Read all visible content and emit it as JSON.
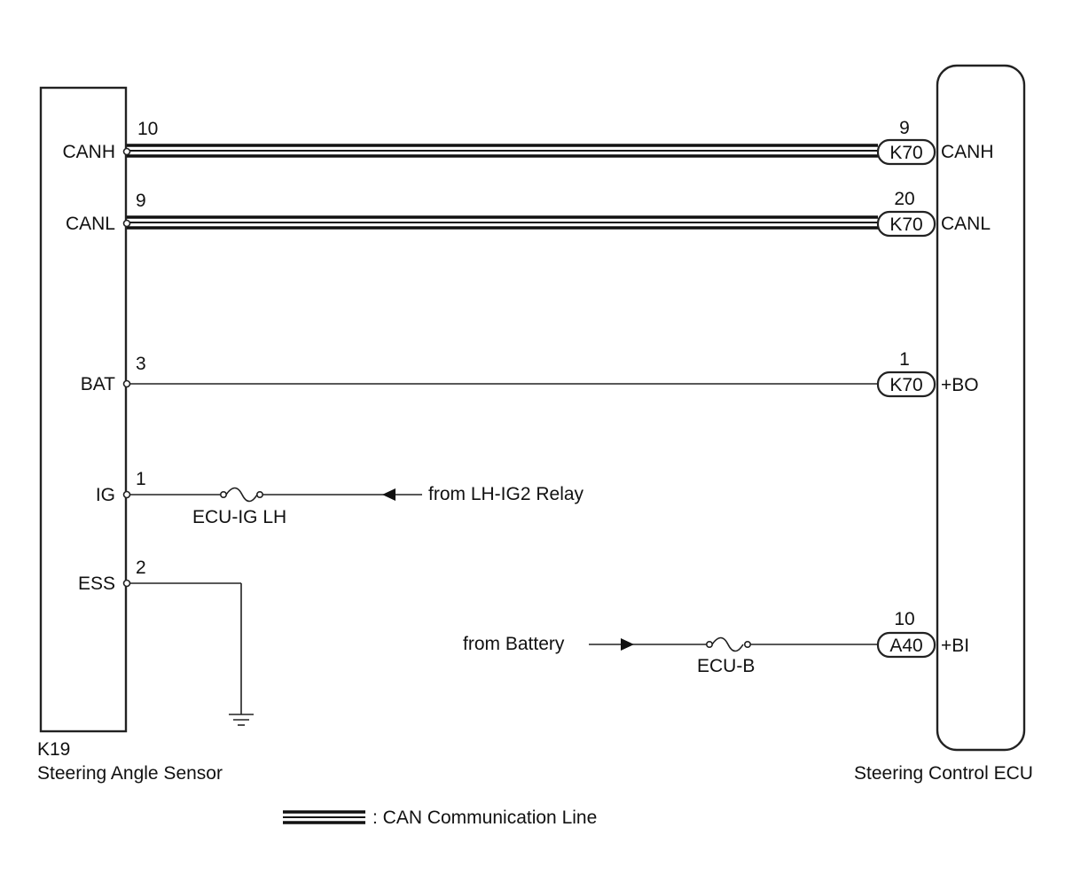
{
  "sensor": {
    "code": "K19",
    "name": "Steering Angle Sensor",
    "pins": {
      "canh": {
        "name": "CANH",
        "num": "10"
      },
      "canl": {
        "name": "CANL",
        "num": "9"
      },
      "bat": {
        "name": "BAT",
        "num": "3"
      },
      "ig": {
        "name": "IG",
        "num": "1"
      },
      "ess": {
        "name": "ESS",
        "num": "2"
      }
    }
  },
  "ecu": {
    "name": "Steering Control ECU",
    "pins": {
      "canh": {
        "name": "CANH",
        "num": "9",
        "connector": "K70"
      },
      "canl": {
        "name": "CANL",
        "num": "20",
        "connector": "K70"
      },
      "bo": {
        "name": "+BO",
        "num": "1",
        "connector": "K70"
      },
      "bi": {
        "name": "+BI",
        "num": "10",
        "connector": "A40"
      }
    }
  },
  "fuses": {
    "ig": "ECU-IG LH",
    "battery": "ECU-B"
  },
  "sources": {
    "ig": "from LH-IG2 Relay",
    "battery": "from Battery"
  },
  "legend": {
    "label": ": CAN Communication Line"
  }
}
